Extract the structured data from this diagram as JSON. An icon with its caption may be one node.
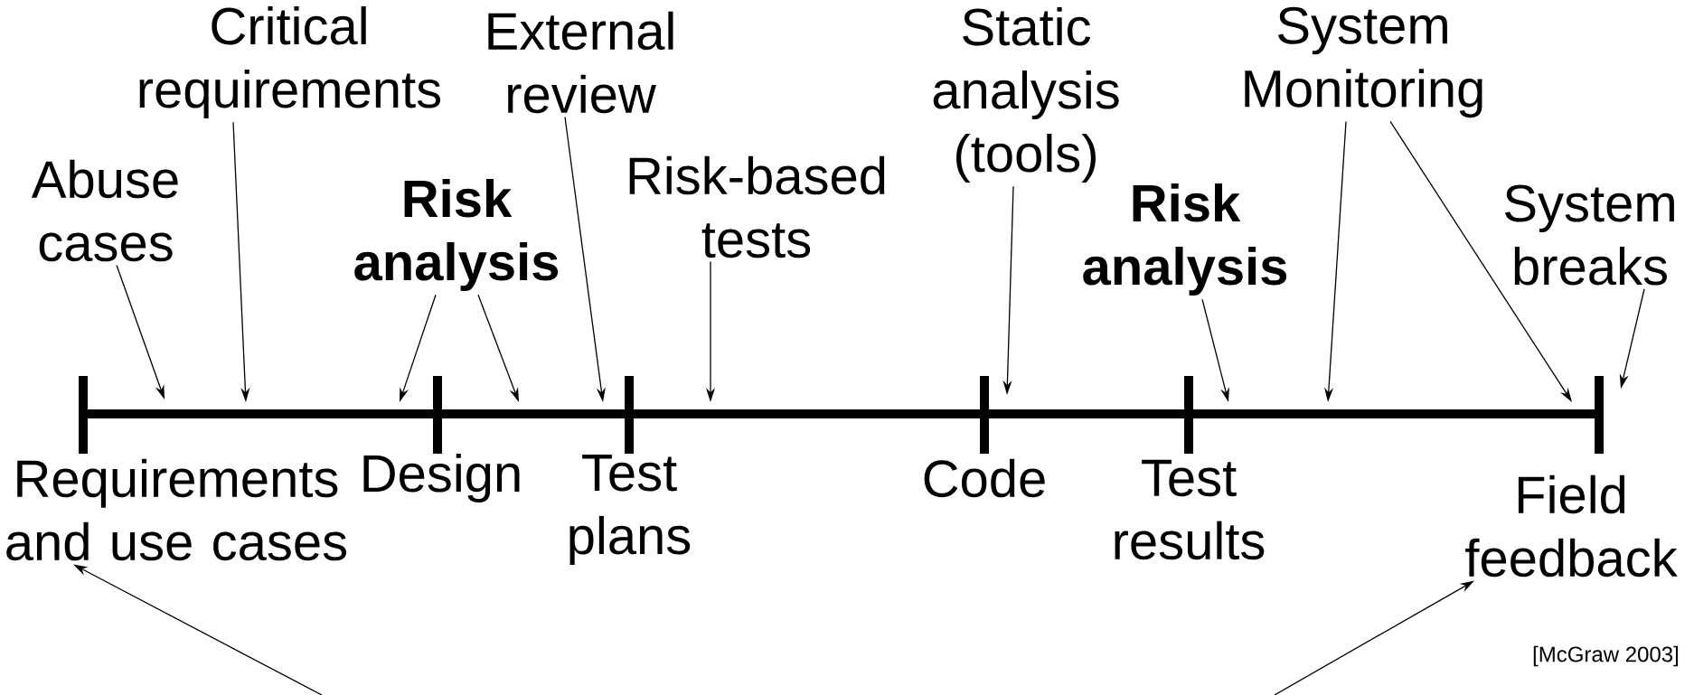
{
  "diagram": {
    "nodes": [
      {
        "text": [
          "Abuse cases"
        ]
      },
      {
        "text": [
          "Critical requirements"
        ]
      },
      {
        "text": [
          "Risk analysis"
        ]
      },
      {
        "text": [
          "External review"
        ]
      },
      {
        "text": [
          "Risk-based tests"
        ]
      },
      {
        "text": [
          "Static analysis (tools)"
        ]
      },
      {
        "text": [
          "Risk analysis"
        ]
      },
      {
        "text": [
          "System Monitoring"
        ]
      },
      {
        "text": [
          "System breaks"
        ]
      },
      {
        "text": [
          "Requirements and use cases"
        ]
      },
      {
        "text": [
          "Design"
        ]
      },
      {
        "text": [
          "Test plans"
        ]
      },
      {
        "text": [
          "Code"
        ]
      },
      {
        "text": [
          "Test results"
        ]
      },
      {
        "text": [
          "Field feedback"
        ]
      }
    ],
    "edges": [
      {
        "from": 0,
        "to": null,
        "arrow": "to"
      },
      {
        "from": 1,
        "to": null,
        "arrow": "to"
      },
      {
        "from": 2,
        "to": null,
        "arrow": "to"
      },
      {
        "from": 2,
        "to": null,
        "arrow": "to"
      },
      {
        "from": 3,
        "to": null,
        "arrow": "to"
      },
      {
        "from": 4,
        "to": null,
        "arrow": "to"
      },
      {
        "from": 5,
        "to": null,
        "arrow": "to"
      },
      {
        "from": 6,
        "to": null,
        "arrow": "to"
      },
      {
        "from": 7,
        "to": null,
        "arrow": "to"
      },
      {
        "from": 7,
        "to": null,
        "arrow": "to"
      },
      {
        "from": 8,
        "to": null,
        "arrow": "to"
      },
      {
        "from": null,
        "to": 9,
        "arrow": "to"
      },
      {
        "from": null,
        "to": 14,
        "arrow": "to"
      }
    ],
    "labels": [
      "[McGraw 2003]"
    ]
  }
}
